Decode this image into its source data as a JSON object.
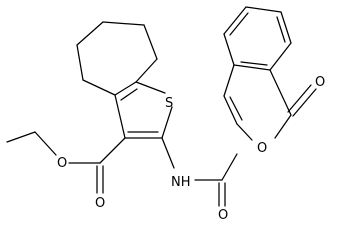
{
  "diagram": {
    "atoms": {
      "sulfur": "S",
      "nitrogen_h": "NH",
      "ester_carbonyl_o": "O",
      "ester_ether_o": "O",
      "amide_o": "O",
      "lactone_ring_o": "O",
      "lactone_carbonyl_o": "O"
    }
  }
}
